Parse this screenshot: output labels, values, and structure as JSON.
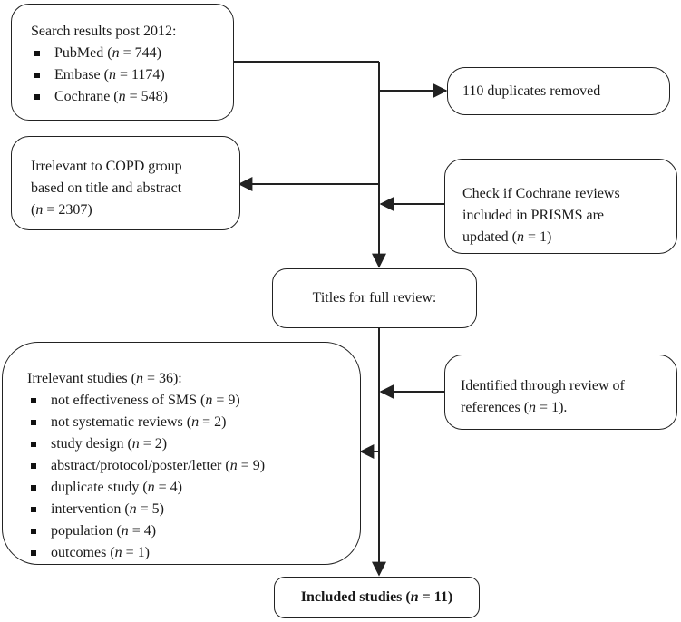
{
  "search_box": {
    "title": "Search results post 2012:",
    "items": [
      {
        "name": "PubMed (",
        "n": "n",
        "rest": " = 744)"
      },
      {
        "name": "Embase (",
        "n": "n",
        "rest": " = 1174)"
      },
      {
        "name": "Cochrane (",
        "n": "n",
        "rest": " = 548)"
      }
    ]
  },
  "duplicates_box": {
    "text": "110 duplicates removed"
  },
  "irrelevant_copd_box": {
    "line1": "Irrelevant to COPD group",
    "line2": "based on title and abstract",
    "line3_n": "n",
    "line3_rest": " = 2307)"
  },
  "cochrane_check_box": {
    "line1": "Check if Cochrane reviews",
    "line2": "included in PRISMS are",
    "line3_pre": "updated (",
    "line3_n": "n",
    "line3_rest": " = 1)"
  },
  "full_review_box": {
    "text": "Titles for full review:"
  },
  "irrelevant_studies_box": {
    "title_pre": "Irrelevant studies (",
    "title_n": "n",
    "title_rest": " = 36):",
    "items": [
      {
        "label": "not effectiveness of SMS (",
        "n": "n",
        "rest": " = 9)"
      },
      {
        "label": "not systematic reviews (",
        "n": "n",
        "rest": " = 2)"
      },
      {
        "label": "study design (",
        "n": "n",
        "rest": " = 2)"
      },
      {
        "label": "abstract/protocol/poster/letter  (",
        "n": "n",
        "rest": " = 9)"
      },
      {
        "label": "duplicate study (",
        "n": "n",
        "rest": " = 4)"
      },
      {
        "label": "intervention (",
        "n": "n",
        "rest": " = 5)"
      },
      {
        "label": "population (",
        "n": "n",
        "rest": " = 4)"
      },
      {
        "label": "outcomes (",
        "n": "n",
        "rest": " = 1)"
      }
    ]
  },
  "references_box": {
    "line1": "Identified through review of",
    "line2_pre": "references (",
    "line2_n": "n",
    "line2_rest": " = 1)."
  },
  "included_box": {
    "pre": "Included studies (",
    "n": "n",
    "rest": " = 11)"
  }
}
